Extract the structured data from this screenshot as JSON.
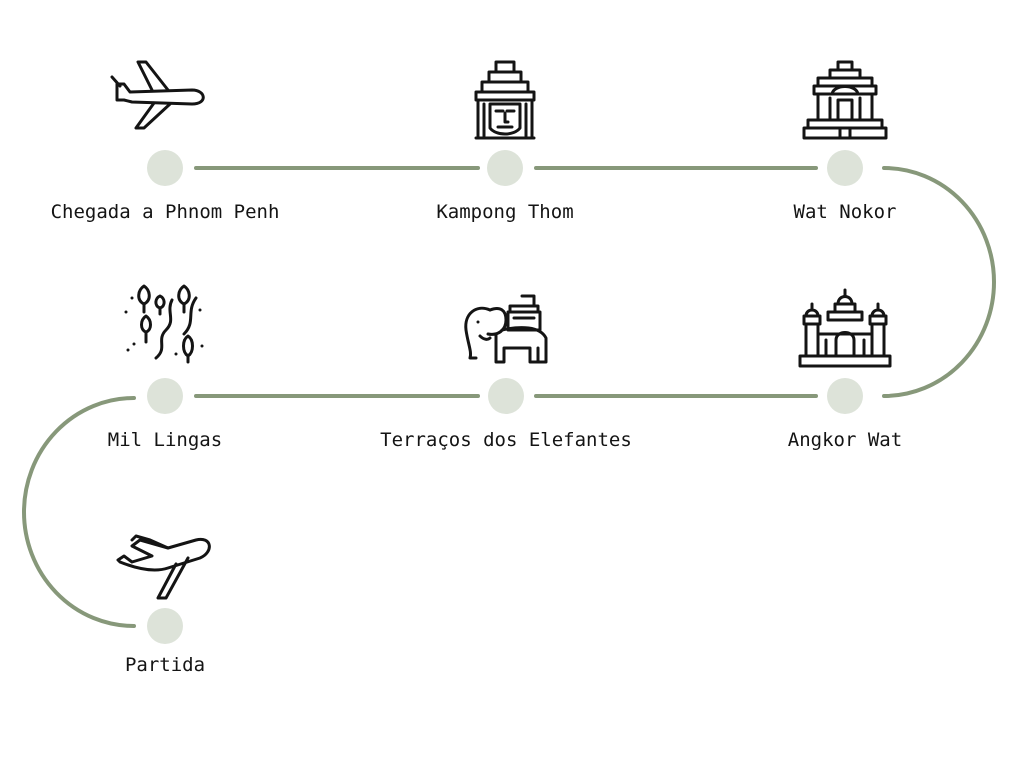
{
  "itinerary": {
    "line_color": "#87987a",
    "dot_color": "#dde3d9",
    "text_color": "#141414",
    "stops": [
      {
        "label": "Chegada a Phnom Penh",
        "icon": "airplane-arrival-icon"
      },
      {
        "label": "Kampong Thom",
        "icon": "stone-face-temple-icon"
      },
      {
        "label": "Wat Nokor",
        "icon": "pagoda-temple-icon"
      },
      {
        "label": "Angkor Wat",
        "icon": "angkor-wat-towers-icon"
      },
      {
        "label": "Terraços dos Elefantes",
        "icon": "elephant-icon"
      },
      {
        "label": "Mil Lingas",
        "icon": "river-forest-icon"
      },
      {
        "label": "Partida",
        "icon": "airplane-departure-icon"
      }
    ]
  }
}
